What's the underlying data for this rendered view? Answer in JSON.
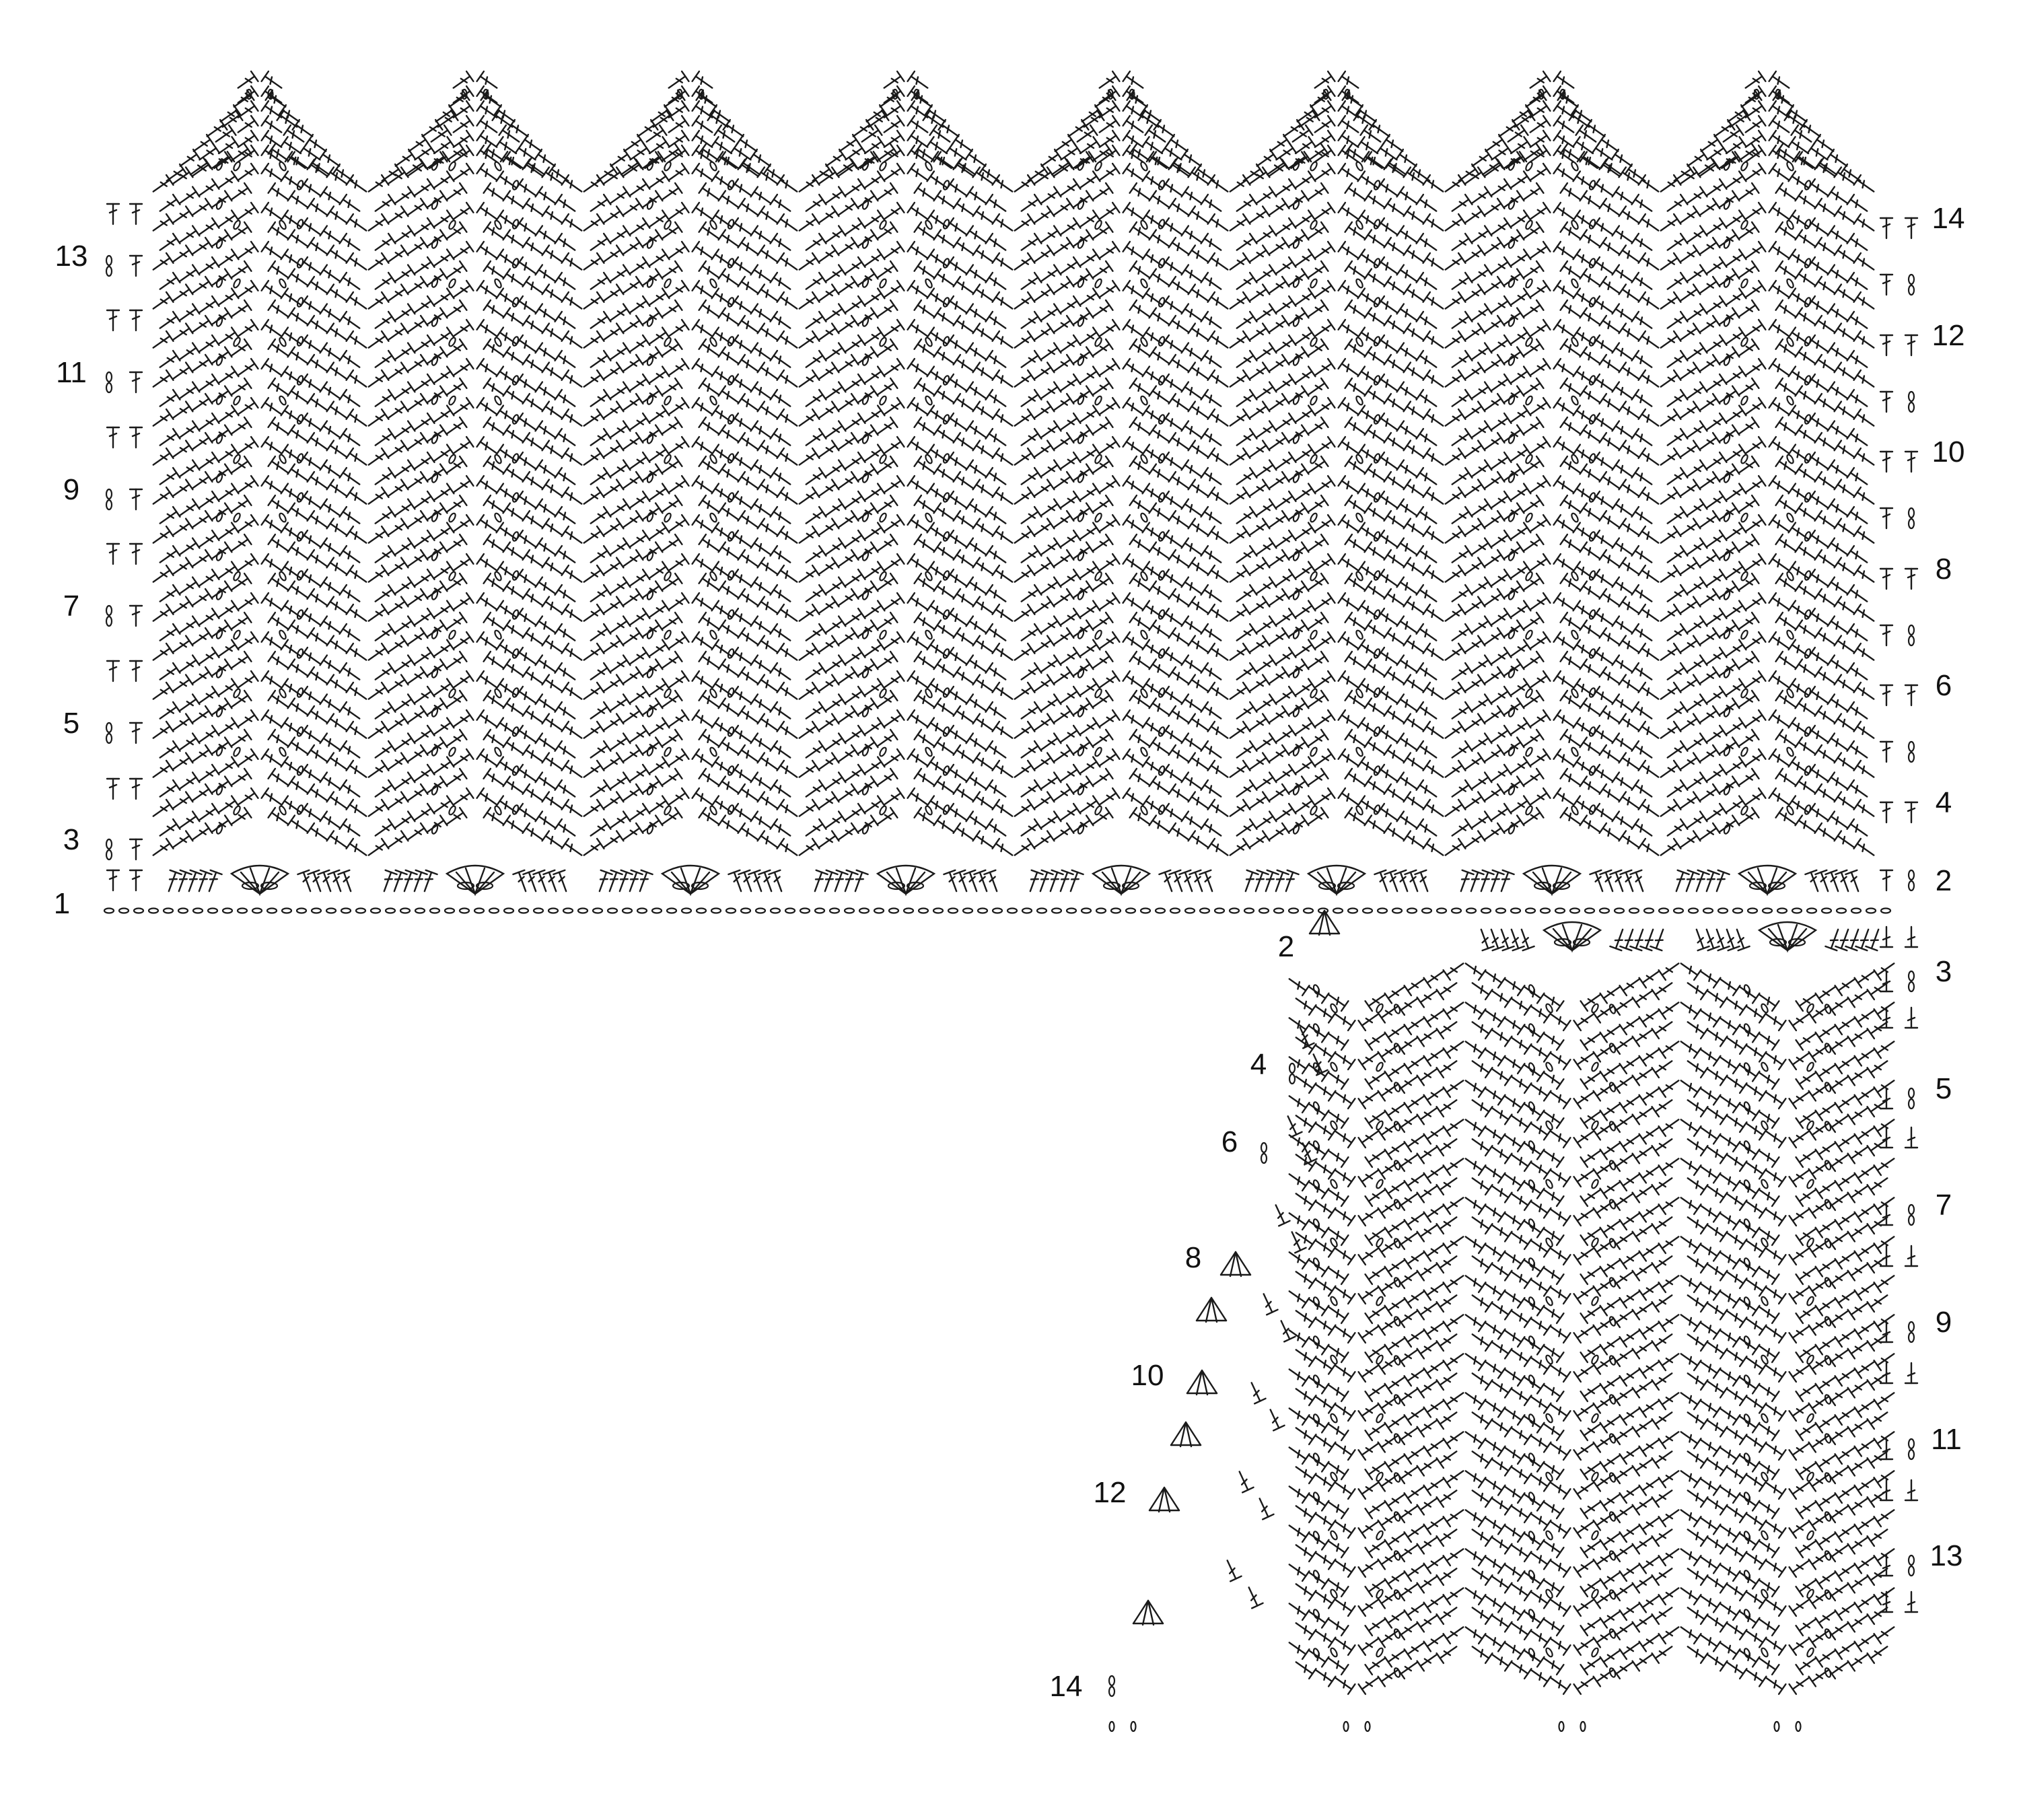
{
  "chart": {
    "upper_panel": {
      "motif_count": 8,
      "left_row_labels": [
        "1",
        "3",
        "5",
        "7",
        "9",
        "11",
        "13"
      ],
      "right_row_labels": [
        "2",
        "4",
        "6",
        "8",
        "10",
        "12",
        "14"
      ]
    },
    "lower_panel": {
      "motif_count": 3,
      "left_row_labels": [
        "2",
        "4",
        "6",
        "8",
        "10",
        "12",
        "14"
      ],
      "right_row_labels": [
        "3",
        "5",
        "7",
        "9",
        "11",
        "13"
      ]
    }
  },
  "symbols": {
    "chain": "oval",
    "double_crochet": "T with crossbar",
    "treble_crochet": "T with two crossbars",
    "shell": "fan"
  }
}
